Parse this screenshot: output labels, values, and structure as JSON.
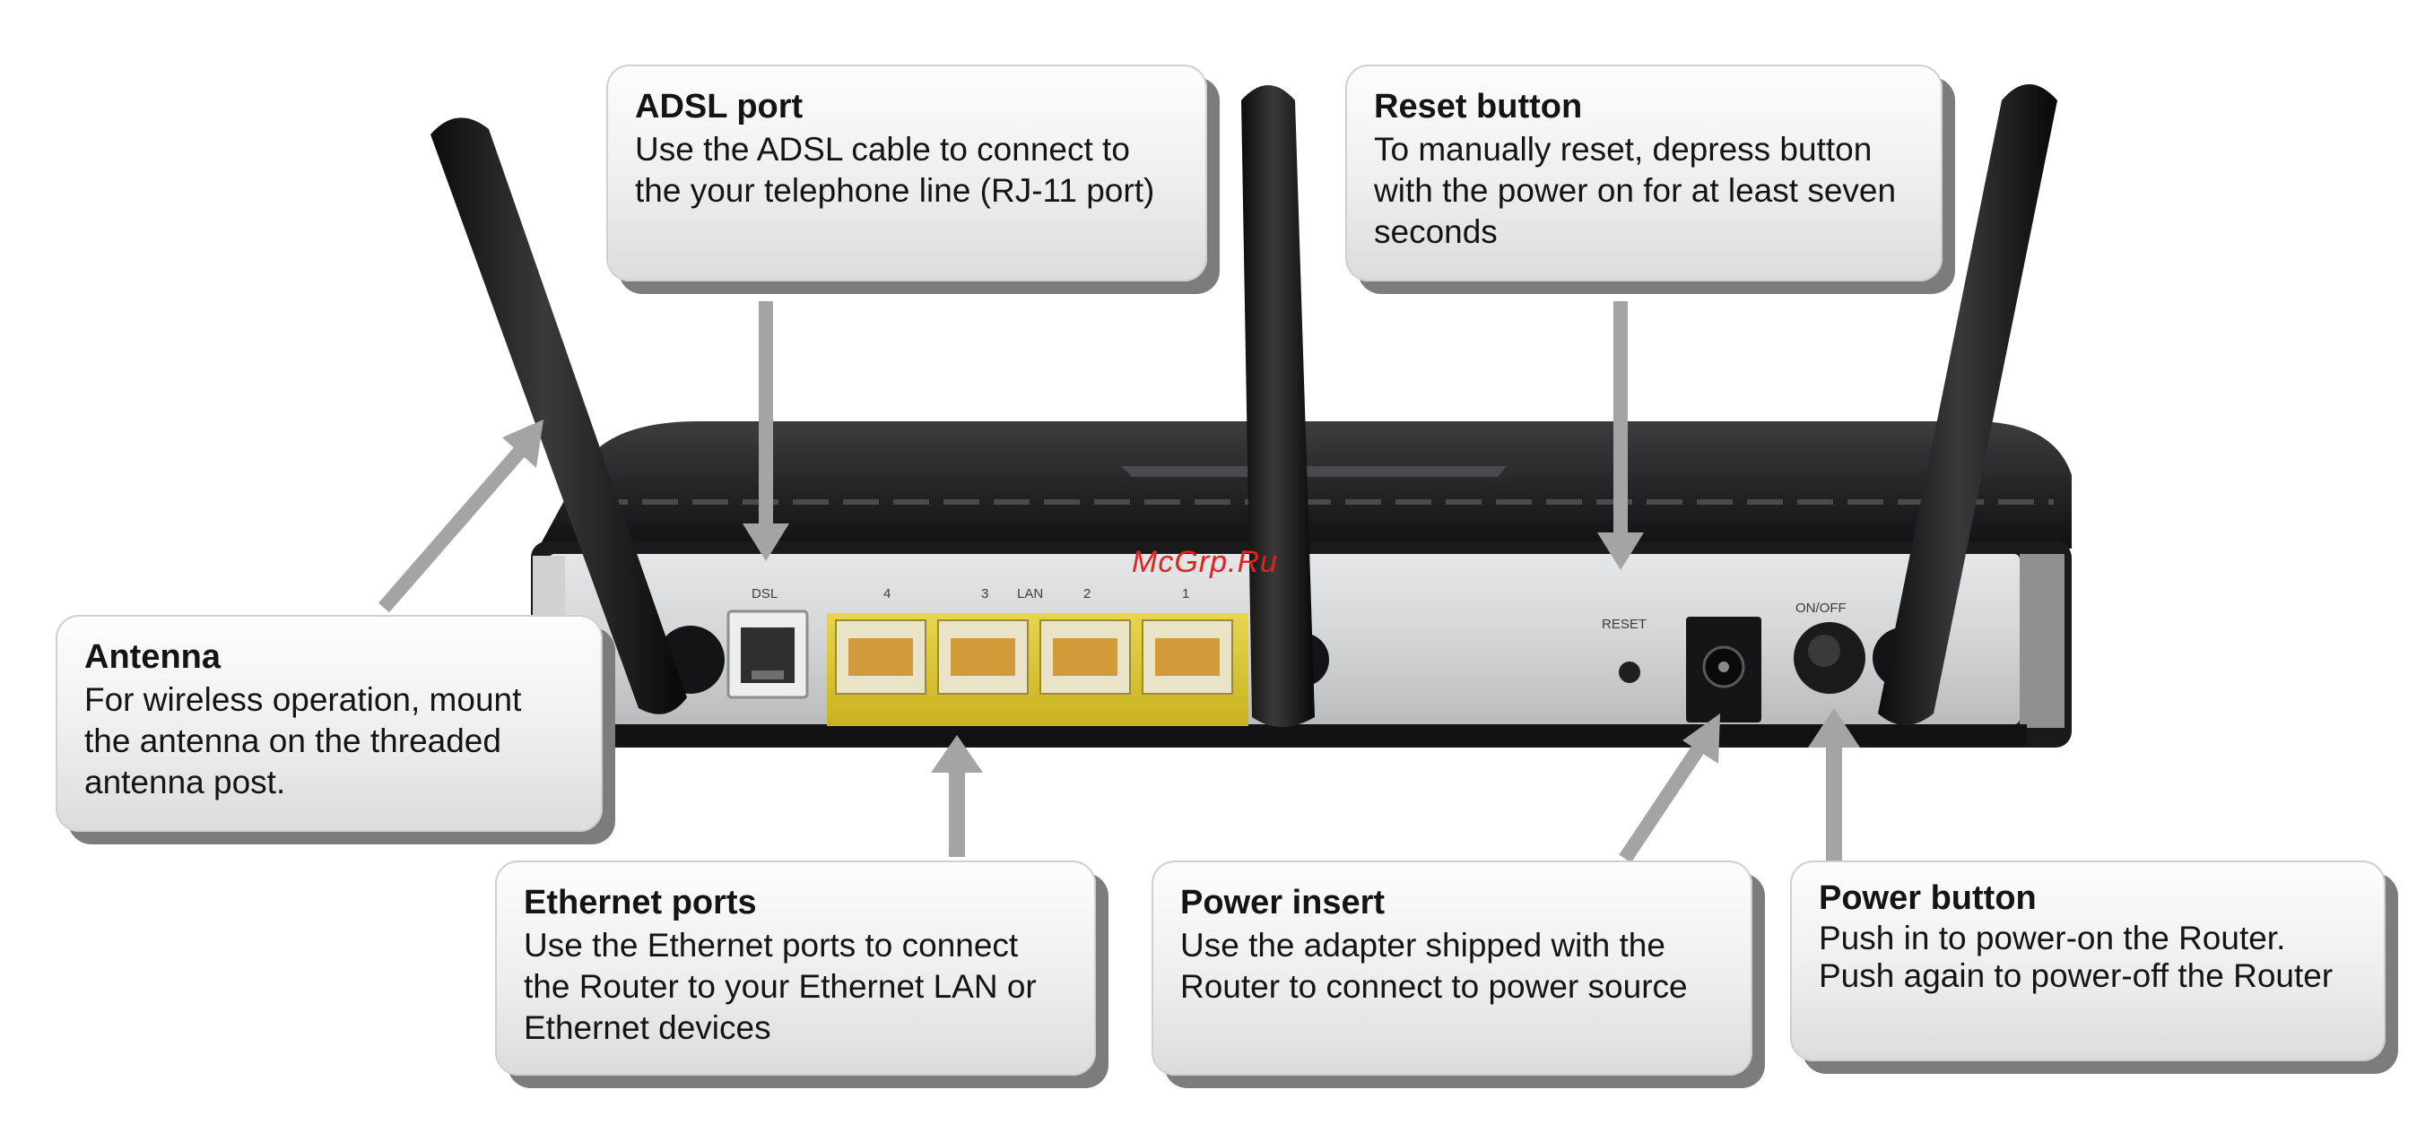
{
  "callouts": {
    "adsl": {
      "title": "ADSL port",
      "desc": "Use the ADSL cable to connect to the your telephone line (RJ-11 port)"
    },
    "reset": {
      "title": "Reset button",
      "desc": "To manually reset, depress button with the power on for at least seven seconds"
    },
    "antenna": {
      "title": "Antenna",
      "desc": "For wireless operation, mount the antenna on the threaded antenna post."
    },
    "ethernet": {
      "title": "Ethernet ports",
      "desc": "Use the Ethernet ports to connect the Router to your Ethernet LAN or Ethernet devices"
    },
    "power_insert": {
      "title": "Power insert",
      "desc": "Use the adapter shipped with the Router to connect to power source"
    },
    "power_button": {
      "title": "Power button",
      "desc": "Push in to power-on the Router. Push again to power-off the Router"
    }
  },
  "router_labels": {
    "dsl": "DSL",
    "lan": "LAN",
    "port_4": "4",
    "port_3": "3",
    "port_2": "2",
    "port_1": "1",
    "reset": "RESET",
    "onoff": "ON/OFF"
  },
  "watermark": "McGrp.Ru",
  "colors": {
    "router_body": "#2b2b2d",
    "panel_silver": "#d4d6d8",
    "port_yellow": "#d8c330",
    "arrow_gray": "#a4a4a4",
    "callout_shadow": "#7c7c7c",
    "watermark_red": "#e0231c"
  }
}
